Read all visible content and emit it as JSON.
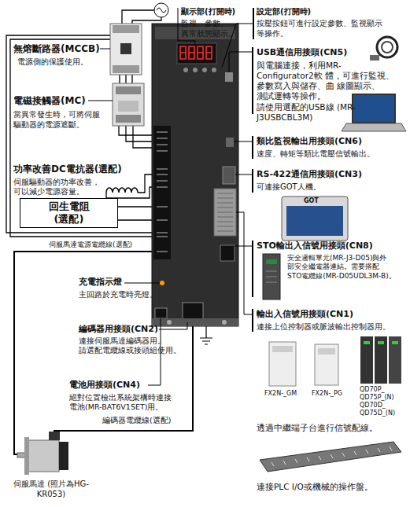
{
  "diagram": {
    "nodes": [
      {
        "text": [
          "回生電阻 (選配)"
        ]
      }
    ],
    "labels": [
      "顯示部(打開時)",
      "監視、參數、 異常狀態顯示。",
      "設定部(打開時)",
      "按壓按鈕可進行設定參數、監視顯示 等操作。",
      "無熔斷路器(MCCB)",
      "電源側的保護使用。",
      "USB通信用接頭(CN5)",
      "與電腦連接，利用MR-Configurator2軟 體，可進行監視、參數寫入與儲存、曲 線圖顯示、測試運轉等操作。 請使用選配的USB線 (MR-J3USBCBL3M)",
      "電磁接觸器(MC)",
      "當異常發生時，可將伺服 驅動器的電源遮斷。",
      "類比監視輸出用接頭(CN6)",
      "速度、轉矩等類比電壓信號輸出。",
      "功率改善DC電抗器(選配)",
      "伺服驅動器的功率改善， 可以減少電源容量。",
      "RS-422通信用接頭(CN3)",
      "可連接GOT人機。",
      "GOT",
      "STO輸出入信號用接頭(CN8)",
      "安全邏輯單元(MR-J3-D05)與外 部安全繼電器連結。需要搭配 STO電纜線(MR-D05UDL3M-B)。",
      "伺服馬達電源電纜線(選配)",
      "充電指示燈",
      "主回路於充電時亮燈。",
      "輸出入信號用接頭(CN1)",
      "連接上位控制器或脈波輸出控制器用。",
      "編碼器用接頭(CN2)",
      "連接伺服馬達編碼器用。 請選配電纜線或接頭組使用。",
      "電池用接頭(CN4)",
      "絕對位置檢出系統架構時連接 電池(MR-BAT6V1SET)用。",
      "FX2N-_GM",
      "FX2N-_PG",
      "QD70P_ QD75P_(N) QD70D_ QD75D_(N)",
      "編碼器電纜線(選配)",
      "透過中繼端子台進行信號配線。",
      "連接PLC I/O或機械的操作盤。",
      "伺服馬達 (照片為HG-KR053)"
    ]
  }
}
